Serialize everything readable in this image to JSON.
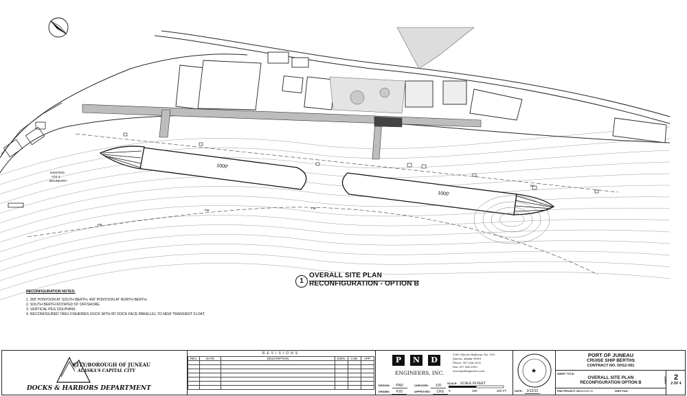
{
  "plan": {
    "berth_south_length": "1000'",
    "berth_north_length": "1000'",
    "existing_label": [
      "EXISTING",
      "ATS 3",
      "BOUNDARY"
    ],
    "fm_label": "FM",
    "ea_label": "EA",
    "colors": {
      "line": "#222222",
      "contour": "#9a9a9a",
      "paper": "#ffffff",
      "building_fill": "#ffffff"
    },
    "north_arrow_icon": "north-arrow-icon"
  },
  "view_title": {
    "number": "1",
    "line1": "OVERALL SITE PLAN",
    "line2": "RECONFIGURATION - OPTION B"
  },
  "notes": {
    "heading": "RECONFIGURATION NOTES:",
    "items": [
      "1.  300' PONTOON AT SOUTH BERTH, 400' PONTOON AT NORTH BERTH.",
      "2.  SOUTH BERTH ROTATED 50' OFFSHORE.",
      "3.  VERTICAL PILE DOLPHINS.",
      "4.  RECONFIGURED TAKU FISHERIES DOCK WITH 80' DOCK FACE PARALLEL TO NEW TRANSIENT FLOAT."
    ]
  },
  "title_block": {
    "city_line1": "CITY/BOROUGH OF JUNEAU",
    "city_line2": "ALASKA'S CAPITAL CITY",
    "department": "DOCKS & HARBORS DEPARTMENT",
    "revisions": {
      "title": "REVISIONS",
      "headers": [
        "REV.",
        "DATE",
        "DESCRIPTION",
        "DWN.",
        "CHD.",
        "APP."
      ]
    },
    "firm": {
      "letters": [
        "P",
        "N",
        "D"
      ],
      "name": "ENGINEERS, INC.",
      "address": [
        "5360 Glacier Highway, Ste. 100",
        "Juneau, Alaska 99801",
        "Phone: 907.586.2093",
        "Fax: 907.586.2099",
        "www.pndengineers.com"
      ]
    },
    "design": {
      "label": "DESIGN:",
      "value": "PND"
    },
    "drawn": {
      "label": "DRAWN:",
      "value": "PJD"
    },
    "checked": {
      "label": "CHECKED:",
      "value": "JJO"
    },
    "approved": {
      "label": "APPROVED:",
      "value": "CRS"
    },
    "scale": {
      "label": "SCALE:",
      "text": "SCALE IN FEET",
      "ticks": [
        "0",
        "100",
        "200 FT"
      ]
    },
    "date": {
      "label": "DATE:",
      "value": "2/12/12"
    },
    "project": {
      "owner": "PORT OF JUNEAU",
      "project": "CRUISE SHIP BERTHS",
      "contract": "CONTRACT NO. DH12-001",
      "sheet_title_label": "SHEET TITLE:",
      "sheet_title_1": "OVERALL SITE PLAN",
      "sheet_title_2": "RECONFIGURATION OPTION B",
      "pnd_project_label": "PND PROJECT NO.:",
      "pnd_project_no": "102050.04",
      "dwg_file_label": "DWG FILE:",
      "sheet_label": "SHEET",
      "sheet_no": "2",
      "sheet_of": "2  OF  4"
    }
  }
}
